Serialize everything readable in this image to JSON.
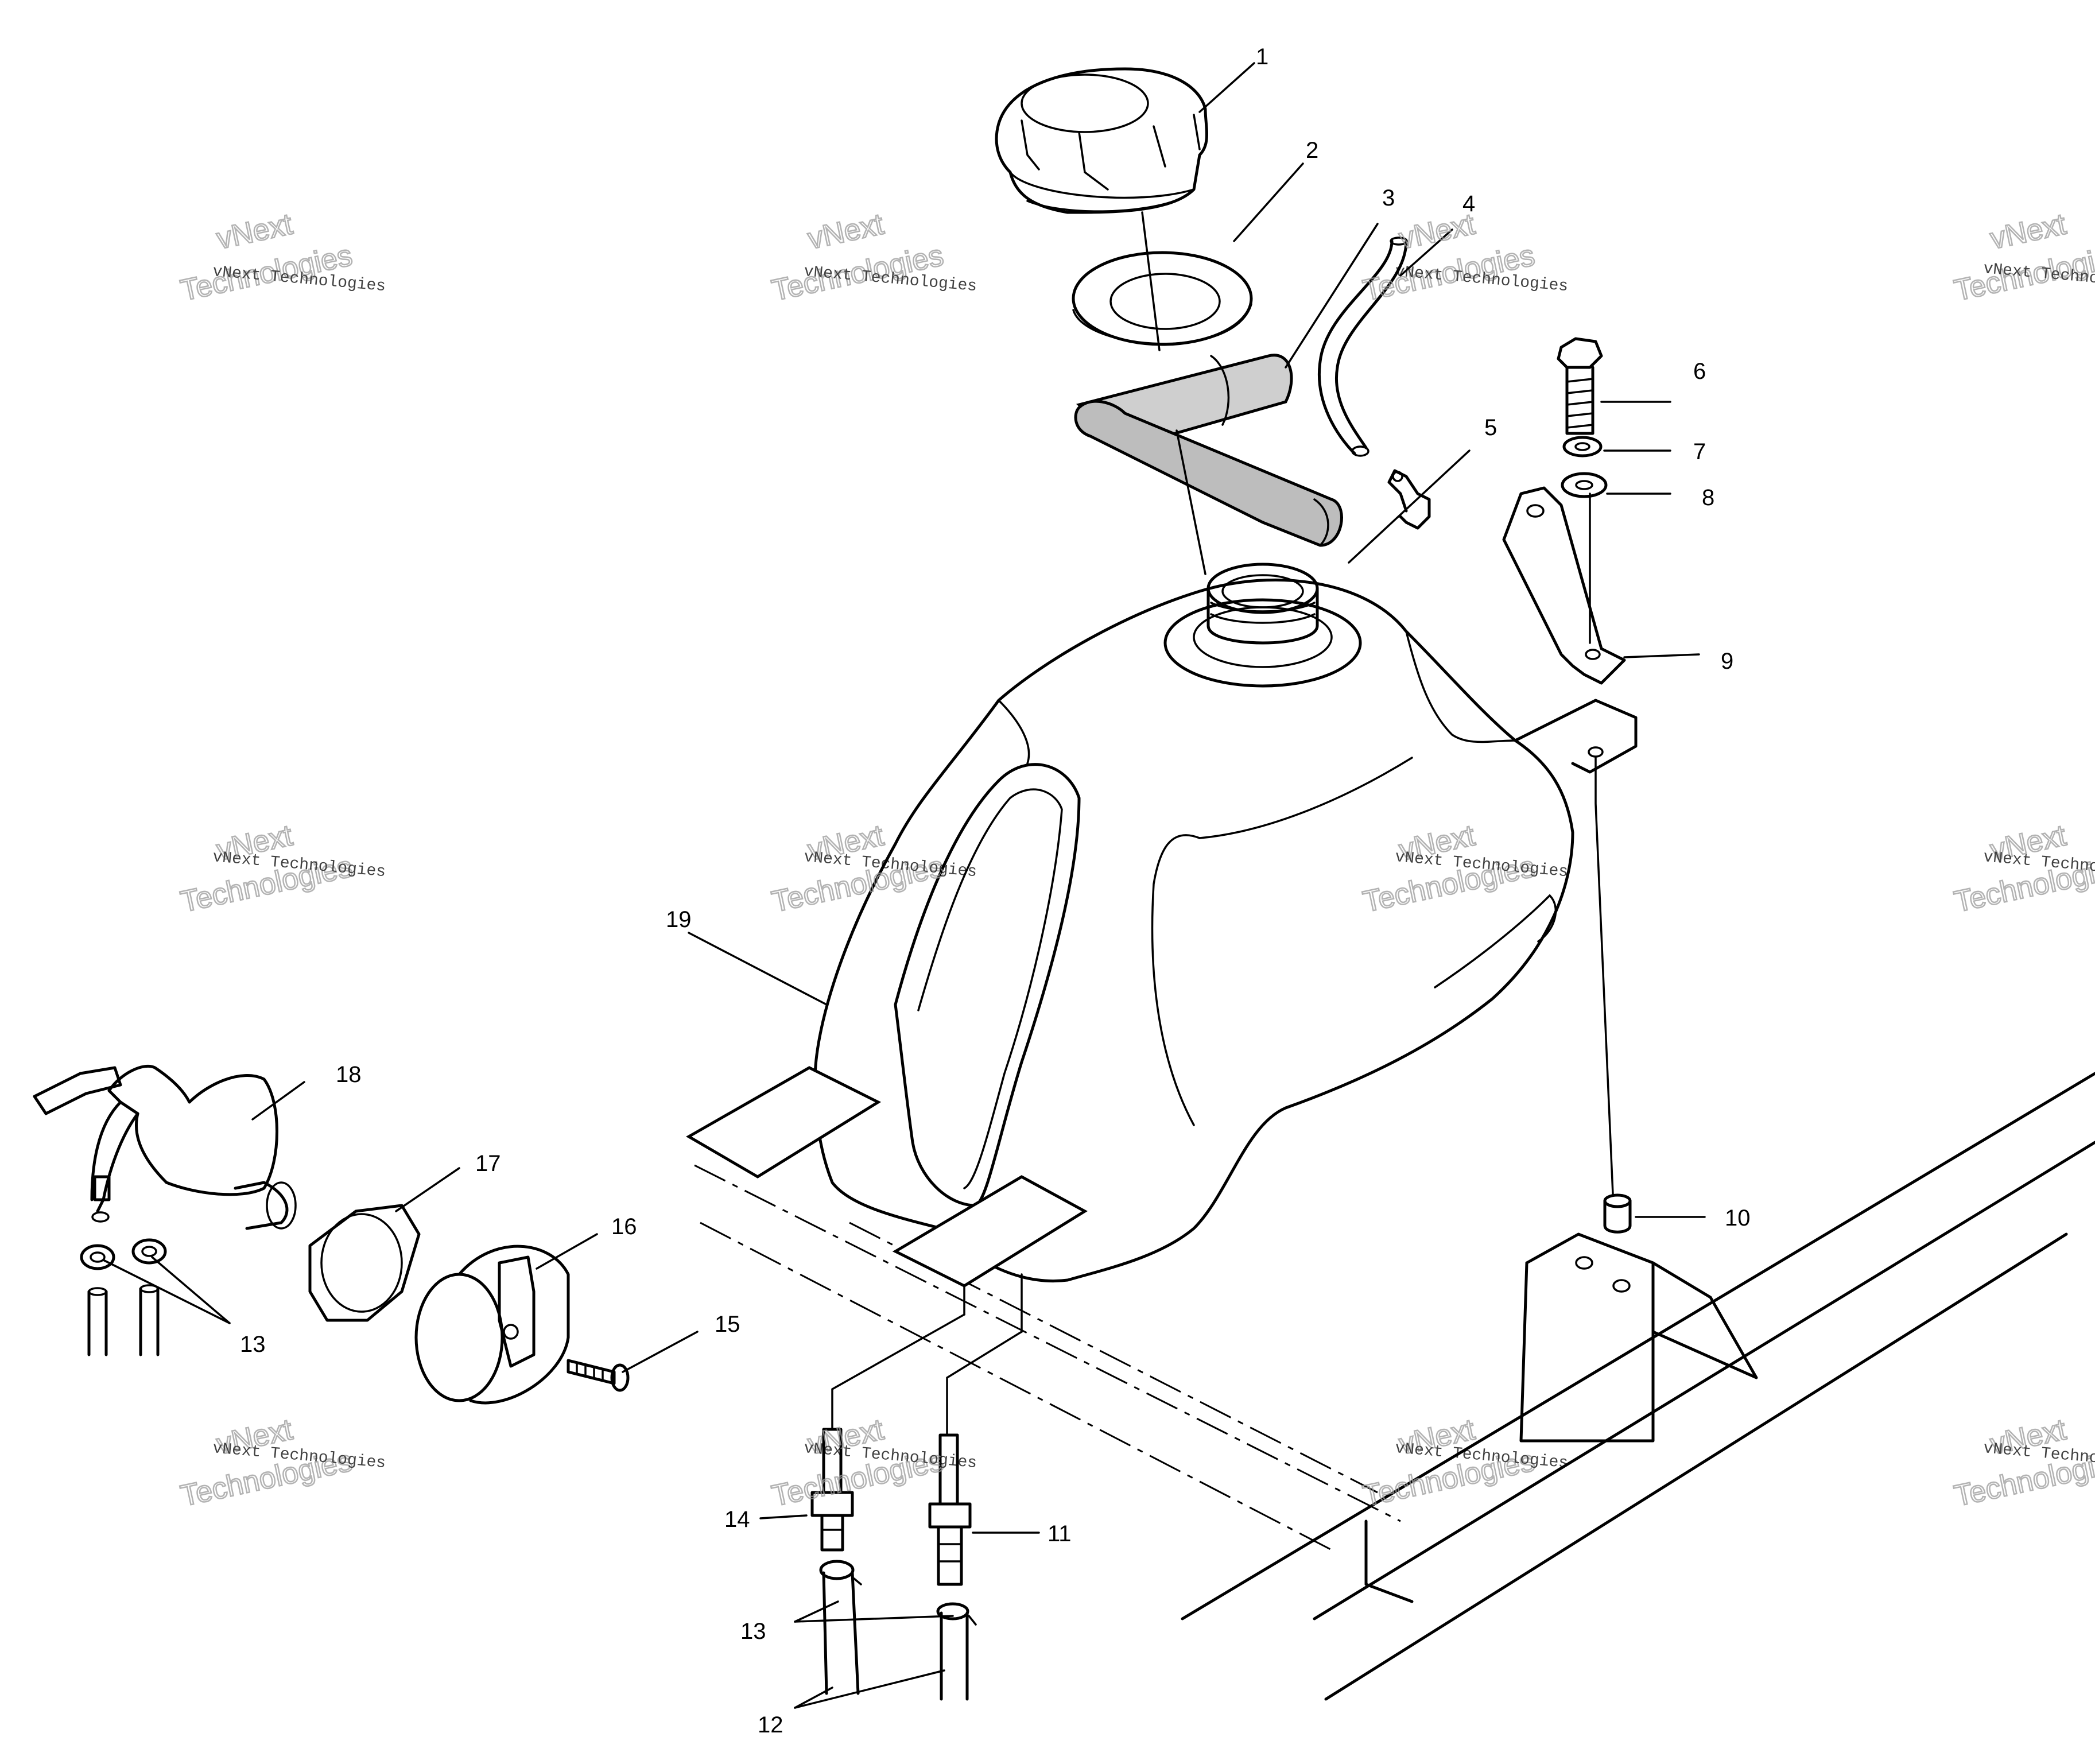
{
  "diagram": {
    "callouts": [
      {
        "id": "1",
        "label": "1"
      },
      {
        "id": "2",
        "label": "2"
      },
      {
        "id": "3",
        "label": "3"
      },
      {
        "id": "4",
        "label": "4"
      },
      {
        "id": "5",
        "label": "5"
      },
      {
        "id": "6",
        "label": "6"
      },
      {
        "id": "7",
        "label": "7"
      },
      {
        "id": "8",
        "label": "8"
      },
      {
        "id": "9",
        "label": "9"
      },
      {
        "id": "10",
        "label": "10"
      },
      {
        "id": "11",
        "label": "11"
      },
      {
        "id": "12",
        "label": "12"
      },
      {
        "id": "13a",
        "label": "13"
      },
      {
        "id": "13b",
        "label": "13"
      },
      {
        "id": "14",
        "label": "14"
      },
      {
        "id": "15",
        "label": "15"
      },
      {
        "id": "16",
        "label": "16"
      },
      {
        "id": "17",
        "label": "17"
      },
      {
        "id": "18",
        "label": "18"
      },
      {
        "id": "19",
        "label": "19"
      }
    ]
  },
  "watermark": {
    "company": "vNext Technologies",
    "line1": "vNext",
    "line2": "Technologies"
  }
}
